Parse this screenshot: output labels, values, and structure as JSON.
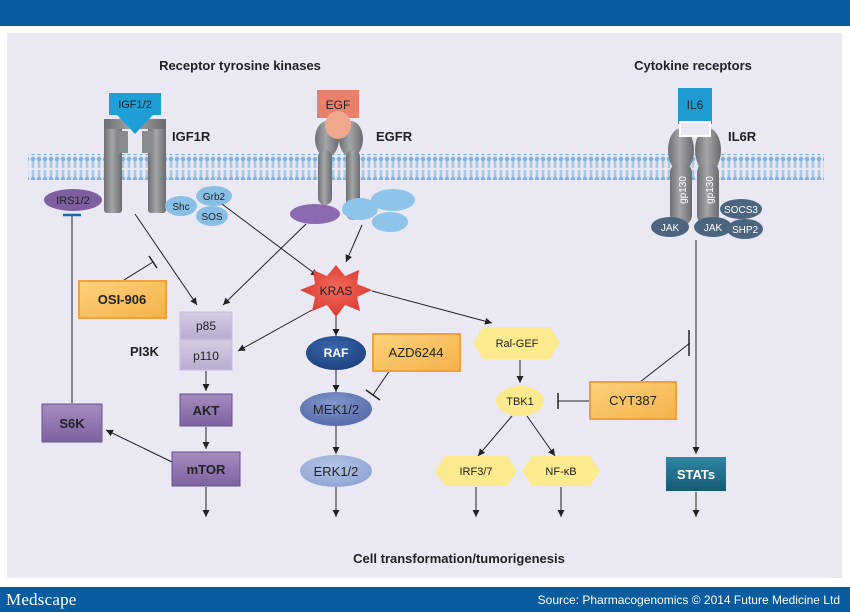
{
  "footer": {
    "brand": "Medscape",
    "source": "Source: Pharmacogenomics © 2014 Future Medicine Ltd"
  },
  "headings": {
    "rtk": "Receptor tyrosine kinases",
    "cytokine": "Cytokine receptors",
    "outcome": "Cell transformation/tumorigenesis"
  },
  "receptors": {
    "igf1r": "IGF1R",
    "igf_ligand": "IGF1/2",
    "egfr": "EGFR",
    "egf_ligand": "EGF",
    "il6r": "IL6R",
    "il6_ligand": "IL6",
    "gp130_left": "gp130",
    "gp130_right": "gp130"
  },
  "adaptors": {
    "irs": "IRS1/2",
    "shc": "Shc",
    "grb2": "Grb2",
    "sos": "SOS",
    "jak_left": "JAK",
    "jak_right": "JAK",
    "socs3": "SOCS3",
    "shp2": "SHP2"
  },
  "nodes": {
    "kras": "KRAS",
    "pi3k": "PI3K",
    "p85": "p85",
    "p110": "p110",
    "akt": "AKT",
    "mtor": "mTOR",
    "s6k": "S6K",
    "raf": "RAF",
    "mek": "MEK1/2",
    "erk": "ERK1/2",
    "ralgef": "Ral-GEF",
    "tbk1": "TBK1",
    "irf": "IRF3/7",
    "nfkb": "NF-κB",
    "stats": "STATs"
  },
  "inhibitors": {
    "osi": "OSI-906",
    "azd": "AZD6244",
    "cyt": "CYT387"
  },
  "colors": {
    "brand_blue": "#0b5c9e",
    "panel": "#e9e8f3",
    "inhibitor_fill": "#f9c259",
    "inhibitor_border": "#f0a13a",
    "pi3k_pathway": "#8f75ad",
    "mapk_pathway": "#6379b6",
    "ral_pathway": "#fbeb8e",
    "stat": "#1f6a86",
    "kras": "#e74b44",
    "receptor": "#8a8b8e"
  }
}
